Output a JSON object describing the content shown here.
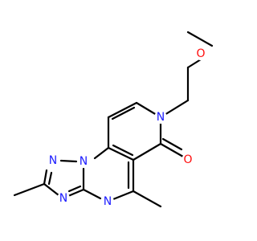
{
  "molecule": {
    "colors": {
      "bond": "#000000",
      "N": "#1c1cff",
      "O": "#ff0d0d",
      "background": "#ffffff"
    },
    "atoms": [
      {
        "id": "O_methoxy",
        "label": "O",
        "element": "O"
      },
      {
        "id": "N_pyridone",
        "label": "N",
        "element": "N"
      },
      {
        "id": "O_carbonyl",
        "label": "O",
        "element": "O"
      },
      {
        "id": "N_bridge",
        "label": "N",
        "element": "N"
      },
      {
        "id": "N_triazole_1",
        "label": "N",
        "element": "N"
      },
      {
        "id": "N_triazole_2",
        "label": "N",
        "element": "N"
      },
      {
        "id": "N_pyrimidine",
        "label": "N",
        "element": "N"
      }
    ]
  }
}
